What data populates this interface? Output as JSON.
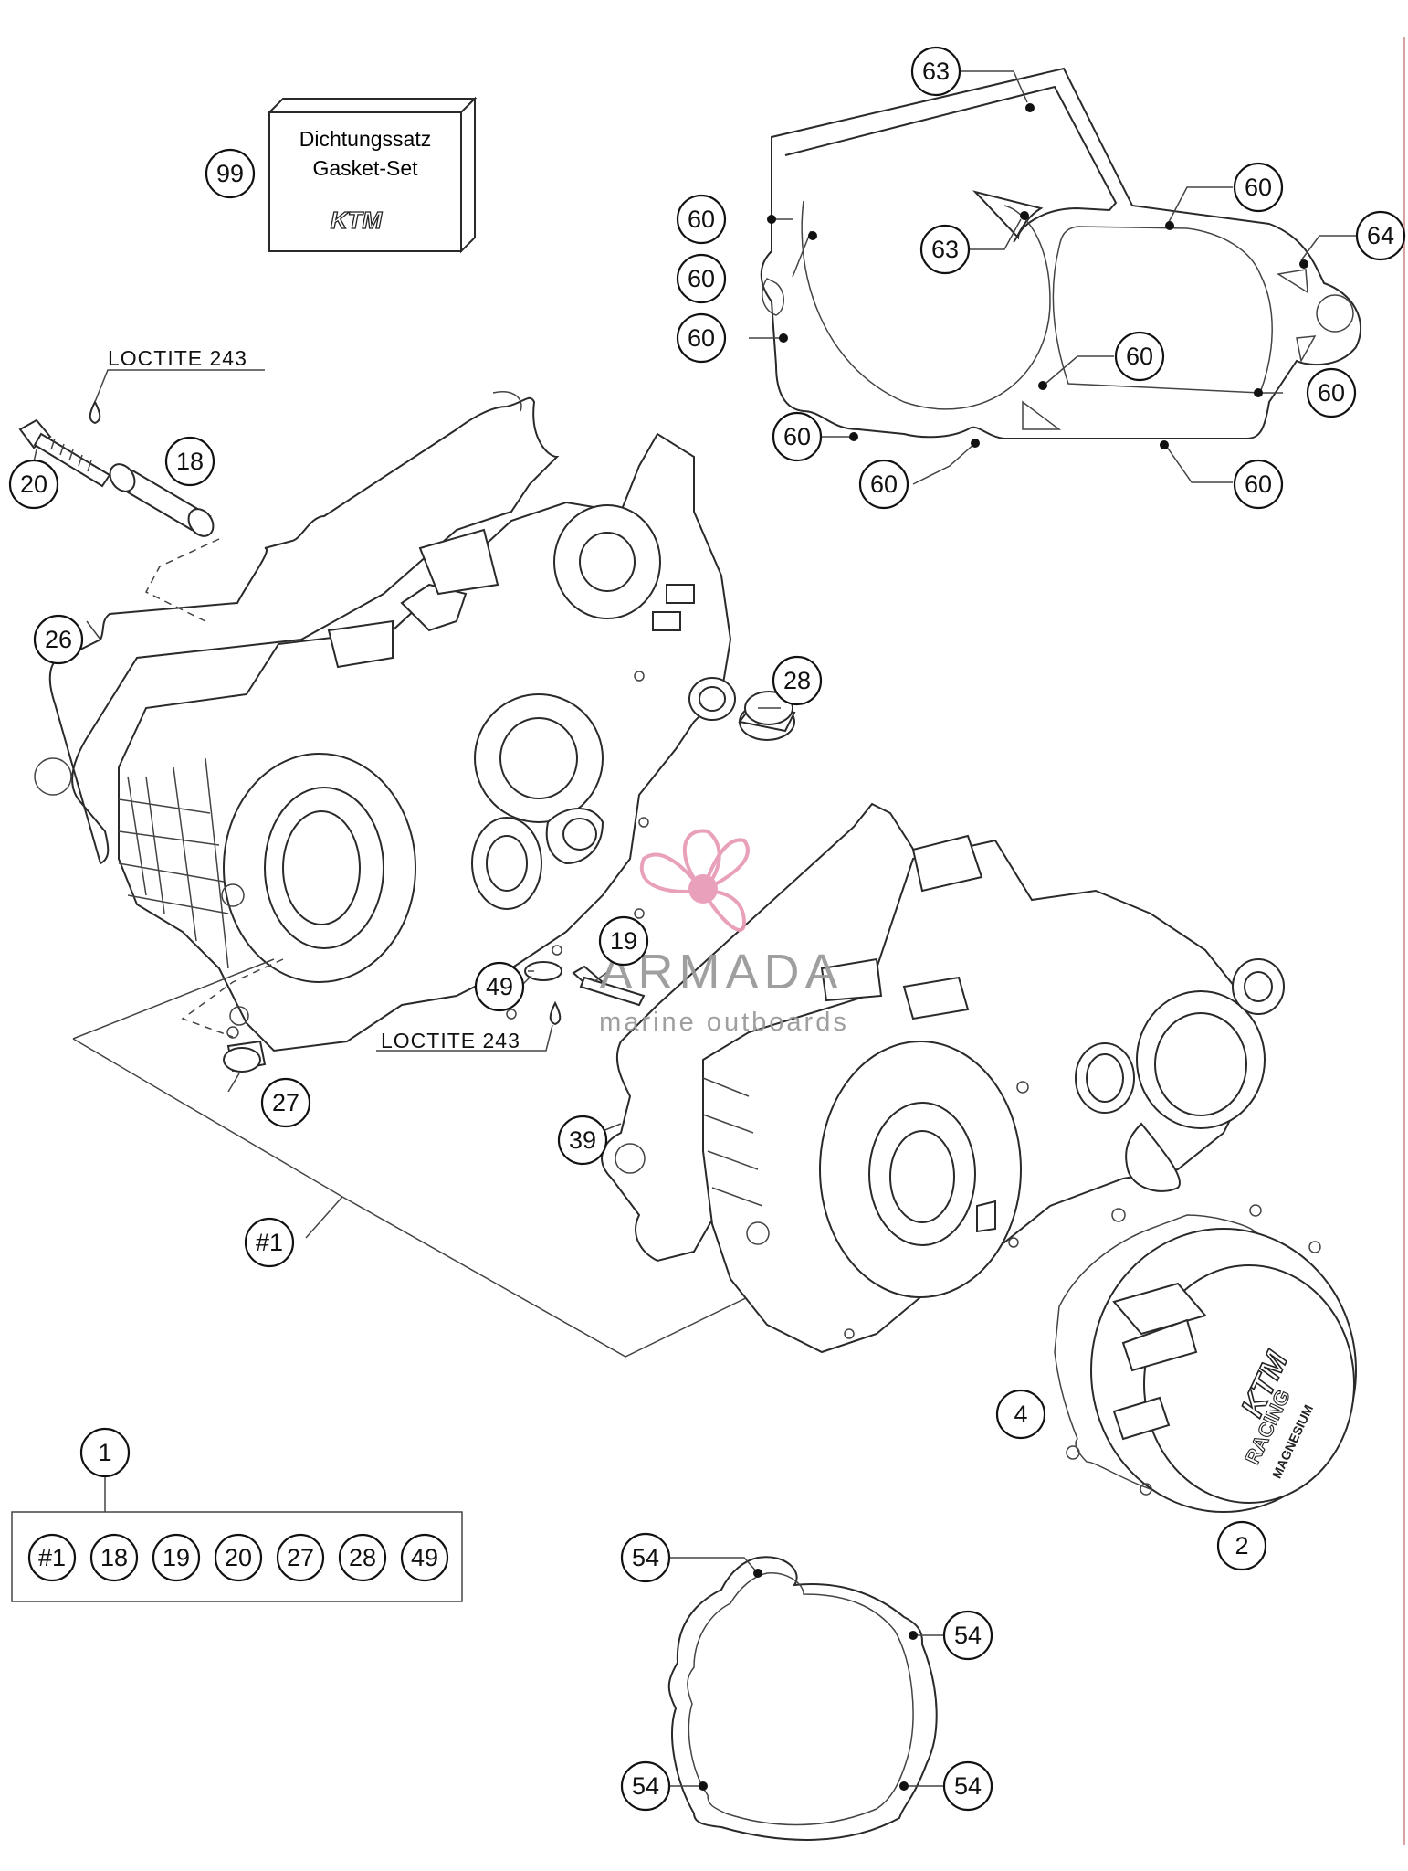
{
  "kit_box": {
    "line1": "Dichtungssatz",
    "line2": "Gasket-Set",
    "logo": "KTM"
  },
  "adhesive_label": "LOCTITE 243",
  "watermark": {
    "brand": "ARMADA",
    "tagline": "marine outboards",
    "accent_color": "#e89bb8"
  },
  "cover_logo": {
    "brand": "KTM",
    "line2": "RACING",
    "line3": "MAGNESIUM"
  },
  "callouts": {
    "c99": "99",
    "c63a": "63",
    "c63b": "63",
    "c64": "64",
    "c60a": "60",
    "c60b": "60",
    "c60c": "60",
    "c60d": "60",
    "c60e": "60",
    "c60f": "60",
    "c60g": "60",
    "c60h": "60",
    "c60i": "60",
    "c20": "20",
    "c18": "18",
    "c26": "26",
    "c28": "28",
    "c19": "19",
    "c49": "49",
    "c27": "27",
    "c39": "39",
    "c1h": "#1",
    "c4": "4",
    "c2": "2",
    "c1": "1",
    "c54a": "54",
    "c54b": "54",
    "c54c": "54",
    "c54d": "54"
  },
  "kit_contents": [
    "#1",
    "18",
    "19",
    "20",
    "27",
    "28",
    "49"
  ]
}
